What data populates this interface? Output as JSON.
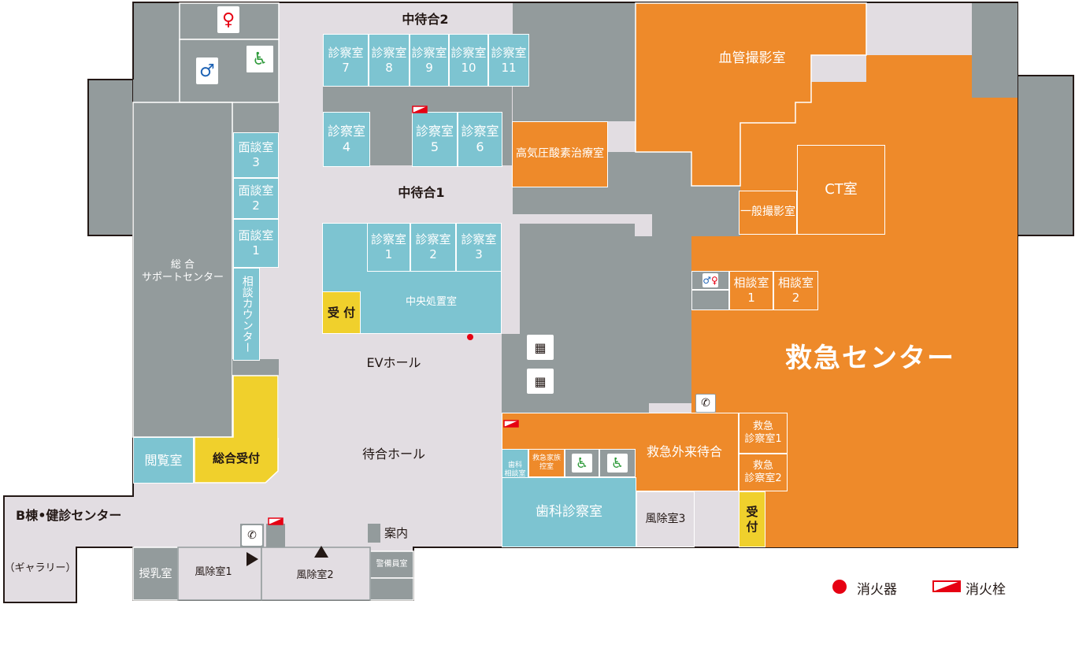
{
  "floor": {
    "rooms": {
      "shinsatsu7": "診察室\n7",
      "shinsatsu8": "診察室\n8",
      "shinsatsu9": "診察室\n9",
      "shinsatsu10": "診察室\n10",
      "shinsatsu11": "診察室\n11",
      "shinsatsu4": "診察室\n4",
      "shinsatsu5": "診察室\n5",
      "shinsatsu6": "診察室\n6",
      "shinsatsu1": "診察室\n1",
      "shinsatsu2": "診察室\n2",
      "shinsatsu3": "診察室\n3",
      "mendan3": "面談室\n3",
      "mendan2": "面談室\n2",
      "mendan1": "面談室\n1",
      "soudan_counter": "相談カウンター",
      "sogo_support": "総 合\nサポートセンター",
      "chuou_shochi": "中央処置室",
      "uketsuke_center": "受 付",
      "koki_atsu": "高気圧酸素治療室",
      "kekkan": "血管撮影室",
      "ct": "CT室",
      "ippan": "一般撮影室",
      "soudan1": "相談室\n1",
      "soudan2": "相談室\n2",
      "kyukyu_center": "救急センター",
      "kyukyu_shinsatsu1": "救急\n診察室1",
      "kyukyu_shinsatsu2": "救急\n診察室2",
      "kyukyu_uketsuke": "受\n付",
      "kyukyu_machiai": "救急外来待合",
      "fujo3": "風除室3",
      "shika_shinsatsu": "歯科診察室",
      "shika_soudan": "歯科\n相談室",
      "kazoku_hikae": "救急家族\n控室",
      "etsuran": "閲覧室",
      "sogo_uketsuke": "総合受付",
      "b_tou": "B棟•健診センター",
      "gallery": "（ギャラリー）",
      "junyu": "授乳室",
      "fujo1": "風除室1",
      "fujo2": "風除室2",
      "keibi": "警備員室",
      "annai": "案内"
    },
    "halls": {
      "naka_machiai2": "中待合2",
      "naka_machiai1": "中待合1",
      "ev_hall": "EVホール",
      "machiai_hall": "待合ホール"
    },
    "colors": {
      "gray": "#939b9c",
      "blue": "#7dc4d1",
      "orange": "#ee8a2a",
      "yellow": "#f0d02c",
      "corridor": "#e2dde2",
      "extinguisher": "#e60012",
      "hydrant": "#e60012"
    },
    "icons": [
      "female-restroom-icon",
      "male-restroom-icon",
      "accessible-restroom-icon",
      "elevator-icon",
      "phone-icon",
      "restroom-icon",
      "arrow-right-icon",
      "arrow-up-icon"
    ]
  },
  "legend": {
    "extinguisher": "消火器",
    "hydrant": "消火栓"
  }
}
